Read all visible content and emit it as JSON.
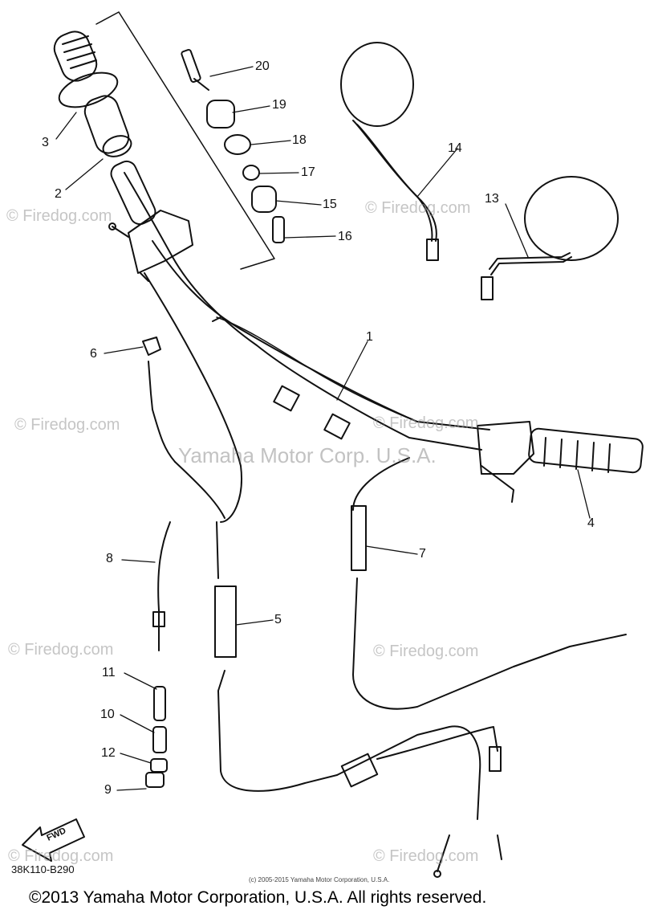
{
  "watermark_text": "© Firedog.com",
  "center_watermark": "Yamaha Motor Corp. U.S.A.",
  "callouts": {
    "p1": "1",
    "p2": "2",
    "p3": "3",
    "p4": "4",
    "p5": "5",
    "p6": "6",
    "p7": "7",
    "p8": "8",
    "p9": "9",
    "p10": "10",
    "p11": "11",
    "p12": "12",
    "p13": "13",
    "p14": "14",
    "p15": "15",
    "p16": "16",
    "p17": "17",
    "p18": "18",
    "p19": "19",
    "p20": "20"
  },
  "fwd_label": "FWD",
  "drawing_code": "38K110-B290",
  "small_copyright": "(c) 2005-2015 Yamaha Motor Corporation, U.S.A.",
  "footer": "©2013 Yamaha Motor Corporation, U.S.A. All rights reserved."
}
